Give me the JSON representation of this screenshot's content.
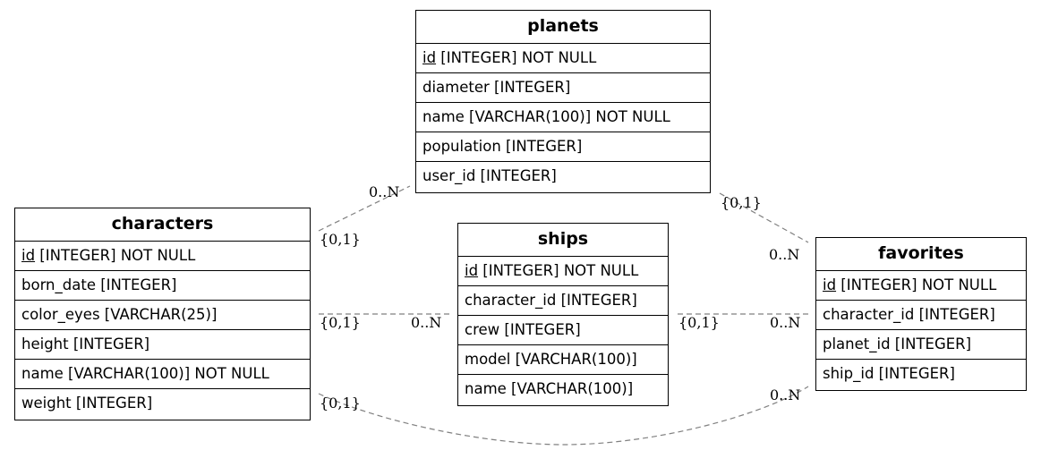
{
  "entities": [
    {
      "id": "planets",
      "name": "planets",
      "attributes": [
        {
          "name": "id",
          "type": " [INTEGER] NOT NULL",
          "pk": true
        },
        {
          "name": "diameter",
          "type": " [INTEGER]",
          "pk": false
        },
        {
          "name": "name",
          "type": " [VARCHAR(100)] NOT NULL",
          "pk": false
        },
        {
          "name": "population",
          "type": " [INTEGER]",
          "pk": false
        },
        {
          "name": "user_id",
          "type": " [INTEGER]",
          "pk": false
        }
      ]
    },
    {
      "id": "characters",
      "name": "characters",
      "attributes": [
        {
          "name": "id",
          "type": " [INTEGER] NOT NULL",
          "pk": true
        },
        {
          "name": "born_date",
          "type": " [INTEGER]",
          "pk": false
        },
        {
          "name": "color_eyes",
          "type": " [VARCHAR(25)]",
          "pk": false
        },
        {
          "name": "height",
          "type": " [INTEGER]",
          "pk": false
        },
        {
          "name": "name",
          "type": " [VARCHAR(100)] NOT NULL",
          "pk": false
        },
        {
          "name": "weight",
          "type": " [INTEGER]",
          "pk": false
        }
      ]
    },
    {
      "id": "ships",
      "name": "ships",
      "attributes": [
        {
          "name": "id",
          "type": " [INTEGER] NOT NULL",
          "pk": true
        },
        {
          "name": "character_id",
          "type": " [INTEGER]",
          "pk": false
        },
        {
          "name": "crew",
          "type": " [INTEGER]",
          "pk": false
        },
        {
          "name": "model",
          "type": " [VARCHAR(100)]",
          "pk": false
        },
        {
          "name": "name",
          "type": " [VARCHAR(100)]",
          "pk": false
        }
      ]
    },
    {
      "id": "favorites",
      "name": "favorites",
      "attributes": [
        {
          "name": "id",
          "type": " [INTEGER] NOT NULL",
          "pk": true
        },
        {
          "name": "character_id",
          "type": " [INTEGER]",
          "pk": false
        },
        {
          "name": "planet_id",
          "type": " [INTEGER]",
          "pk": false
        },
        {
          "name": "ship_id",
          "type": " [INTEGER]",
          "pk": false
        }
      ]
    }
  ],
  "relationships": [
    {
      "from": "characters",
      "to": "planets",
      "from_card": "{0,1}",
      "to_card": "0..N"
    },
    {
      "from": "characters",
      "to": "ships",
      "from_card": "{0,1}",
      "to_card": "0..N"
    },
    {
      "from": "characters",
      "to": "favorites",
      "from_card": "{0,1}",
      "to_card": "0..N"
    },
    {
      "from": "ships",
      "to": "favorites",
      "from_card": "{0,1}",
      "to_card": "0..N"
    },
    {
      "from": "planets",
      "to": "favorites",
      "from_card": "{0,1}",
      "to_card": "0..N"
    }
  ],
  "colors": {
    "border": "#000000",
    "line": "#808080",
    "background": "#ffffff"
  }
}
